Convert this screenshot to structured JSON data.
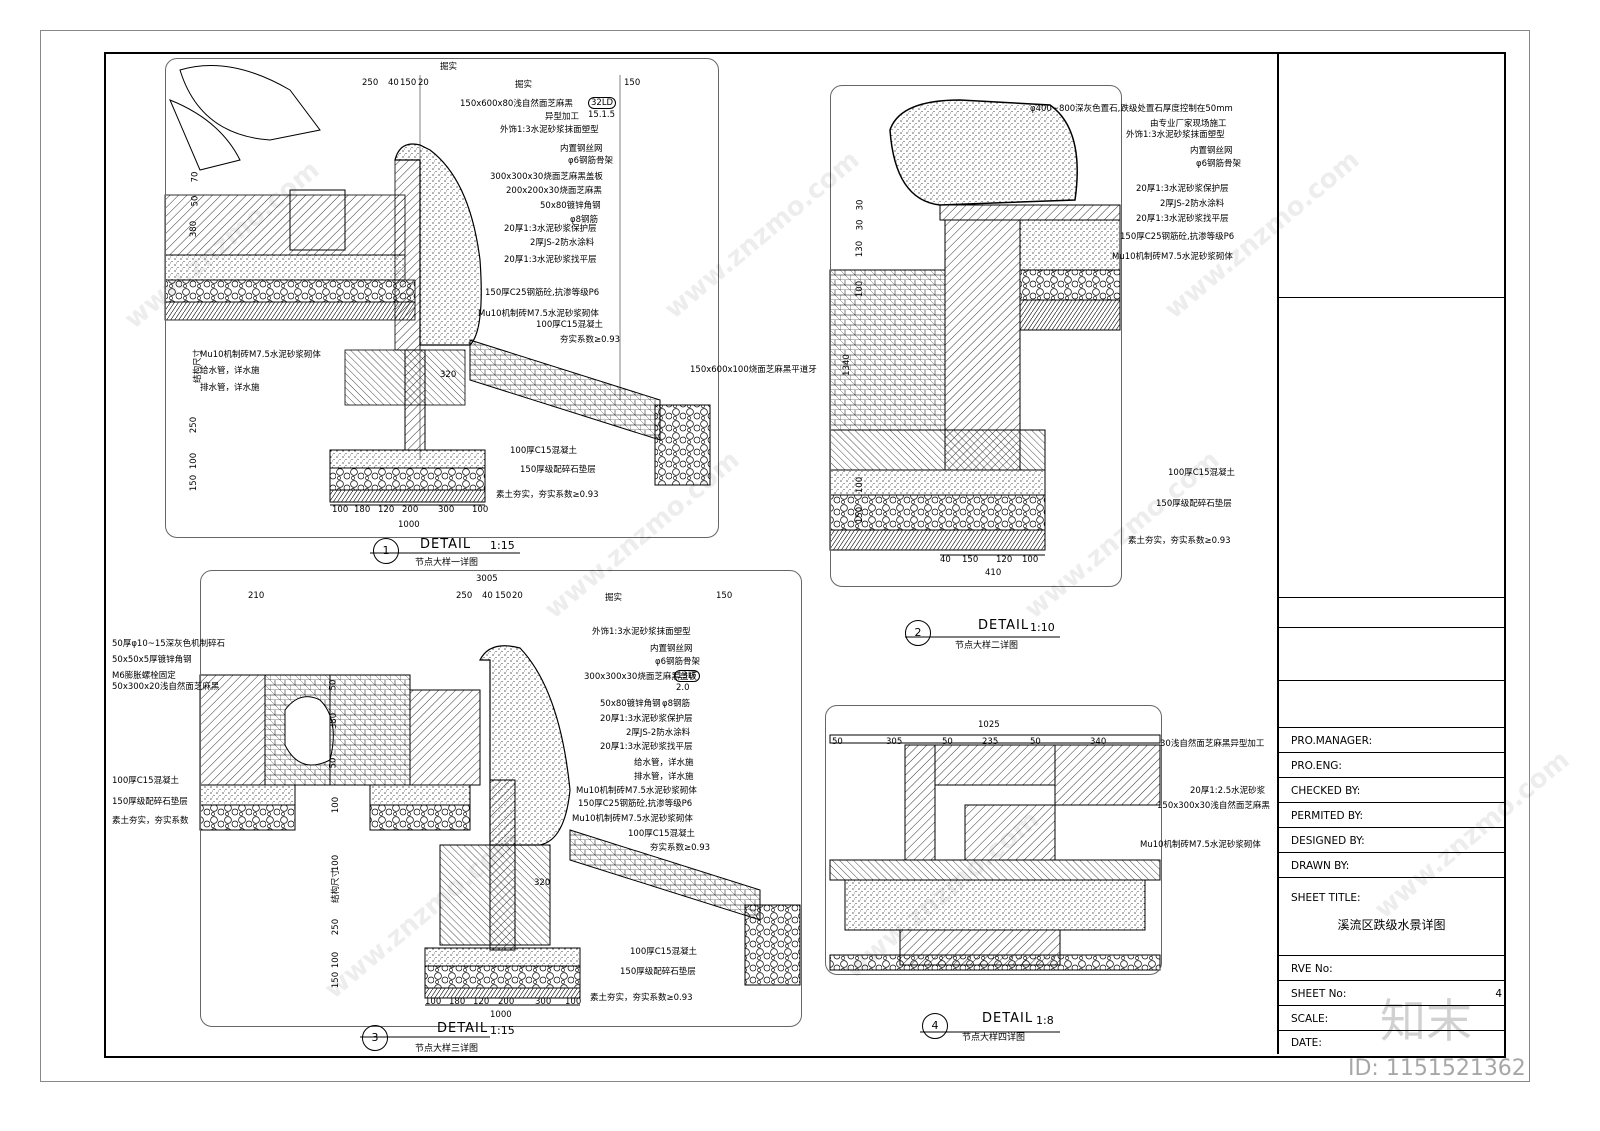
{
  "watermark": "www.znzmo.com",
  "logo_text": "知末",
  "id_text": "ID: 1151521362",
  "title_block": {
    "rows": [
      {
        "label": "PRO.MANAGER:"
      },
      {
        "label": "PRO.ENG:"
      },
      {
        "label": "CHECKED BY:"
      },
      {
        "label": "PERMITED BY:"
      },
      {
        "label": "DESIGNED BY:"
      },
      {
        "label": "DRAWN BY:"
      }
    ],
    "sheet_title_label": "SHEET TITLE:",
    "sheet_title_value": "溪流区跌级水景详图",
    "rve_label": "RVE No:",
    "sheet_no_label": "SHEET No:",
    "sheet_no_value": "4",
    "scale_label": "SCALE:",
    "date_label": "DATE:"
  },
  "details": [
    {
      "num": "1",
      "word": "DETAIL",
      "scale": "1:15",
      "sub": "节点大样一详图"
    },
    {
      "num": "2",
      "word": "DETAIL",
      "scale": "1:10",
      "sub": "节点大样二详图"
    },
    {
      "num": "3",
      "word": "DETAIL",
      "scale": "1:15",
      "sub": "节点大样三详图"
    },
    {
      "num": "4",
      "word": "DETAIL",
      "scale": "1:8",
      "sub": "节点大样四详图"
    }
  ],
  "d1": {
    "top": [
      "掘实",
      "掘实"
    ],
    "dims_top": [
      "250",
      "40",
      "150",
      "20",
      "150"
    ],
    "anns": [
      "150x600x80浅自然面芝麻黑",
      "异型加工",
      "外饰1:3水泥砂浆抹面塑型",
      "内置钢丝网",
      "φ6钢筋骨架",
      "300x300x30烧面芝麻黑盖板",
      "200x200x30烧面芝麻黑",
      "50x80镀锌角钢",
      "φ8钢筋",
      "20厚1:3水泥砂浆保护层",
      "2厚JS-2防水涂料",
      "20厚1:3水泥砂浆找平层",
      "150厚C25钢筋砼,抗渗等级P6",
      "Mu10机制砖M7.5水泥砂浆砌体",
      "100厚C15混凝土",
      "夯实系数≥0.93"
    ],
    "left_anns": [
      "Mu10机制砖M7.5水泥砂浆砌体",
      "给水管，详水施",
      "排水管，详水施"
    ],
    "bottom_anns": [
      "100厚C15混凝土",
      "150厚级配碎石垫层",
      "素土夯实，夯实系数≥0.93"
    ],
    "edge_ann": "150x600x100烧面芝麻黑平道牙",
    "dims_bottom": [
      "100",
      "180",
      "120",
      "200",
      "300",
      "100"
    ],
    "dim_total": "1000",
    "dims_left": [
      "250",
      "100",
      "150",
      "380",
      "50",
      "70"
    ],
    "left_label": "结构尺寸",
    "tag_top": "32LD",
    "tag_bottom": "15.1.5",
    "dim_misc": "320"
  },
  "d2": {
    "anns": [
      "φ400~800深灰色置石,跌级处置石厚度控制在50mm",
      "由专业厂家现场施工",
      "外饰1:3水泥砂浆抹面塑型",
      "内置钢丝网",
      "φ6钢筋骨架",
      "20厚1:3水泥砂浆保护层",
      "2厚JS-2防水涂料",
      "20厚1:3水泥砂浆找平层",
      "150厚C25钢筋砼,抗渗等级P6",
      "Mu10机制砖M7.5水泥砂浆砌体"
    ],
    "bottom_anns": [
      "100厚C15混凝土",
      "150厚级配碎石垫层",
      "素土夯实，夯实系数≥0.93"
    ],
    "dims_bottom": [
      "40",
      "150",
      "120",
      "100"
    ],
    "dim_total": "410",
    "dims_left": [
      "30",
      "30",
      "130",
      "100",
      "1340",
      "100",
      "150"
    ]
  },
  "d3": {
    "dim_total_top": "3005",
    "top": [
      "掘实"
    ],
    "dims_top": [
      "210",
      "250",
      "40",
      "150",
      "20",
      "150"
    ],
    "left_anns": [
      "50厚φ10~15深灰色机制碎石",
      "50x50x5厚镀锌角钢",
      "M6膨胀螺栓固定",
      "50x300x20浅自然面芝麻黑"
    ],
    "left_bottom_anns": [
      "100厚C15混凝土",
      "150厚级配碎石垫层",
      "素土夯实，夯实系数"
    ],
    "anns": [
      "外饰1:3水泥砂浆抹面塑型",
      "内置钢丝网",
      "φ6钢筋骨架",
      "300x300x30烧面芝麻黑盖板",
      "50x80镀锌角钢",
      "φ8钢筋",
      "20厚1:3水泥砂浆保护层",
      "2厚JS-2防水涂料",
      "20厚1:3水泥砂浆找平层",
      "给水管，详水施",
      "排水管，详水施",
      "Mu10机制砖M7.5水泥砂浆砌体",
      "150厚C25钢筋砼,抗渗等级P6",
      "Mu10机制砖M7.5水泥砂浆砌体",
      "100厚C15混凝土",
      "夯实系数≥0.93"
    ],
    "bottom_anns": [
      "100厚C15混凝土",
      "150厚级配碎石垫层",
      "素土夯实，夯实系数≥0.93"
    ],
    "dims_bottom": [
      "100",
      "180",
      "120",
      "200",
      "300",
      "100"
    ],
    "dim_total": "1000",
    "dims_left": [
      "150",
      "100",
      "250",
      "100",
      "100",
      "50",
      "380",
      "50"
    ],
    "left_label": "结构尺寸",
    "tag_top": "13LT",
    "tag_bottom": "2.0",
    "dim_misc": "320"
  },
  "d4": {
    "dims_top": [
      "50",
      "305",
      "50",
      "235",
      "50",
      "340"
    ],
    "dim_total": "1025",
    "anns": [
      "30浅自然面芝麻黑异型加工",
      "20厚1:2.5水泥砂浆",
      "150x300x30浅自然面芝麻黑",
      "Mu10机制砖M7.5水泥砂浆砌体"
    ]
  }
}
